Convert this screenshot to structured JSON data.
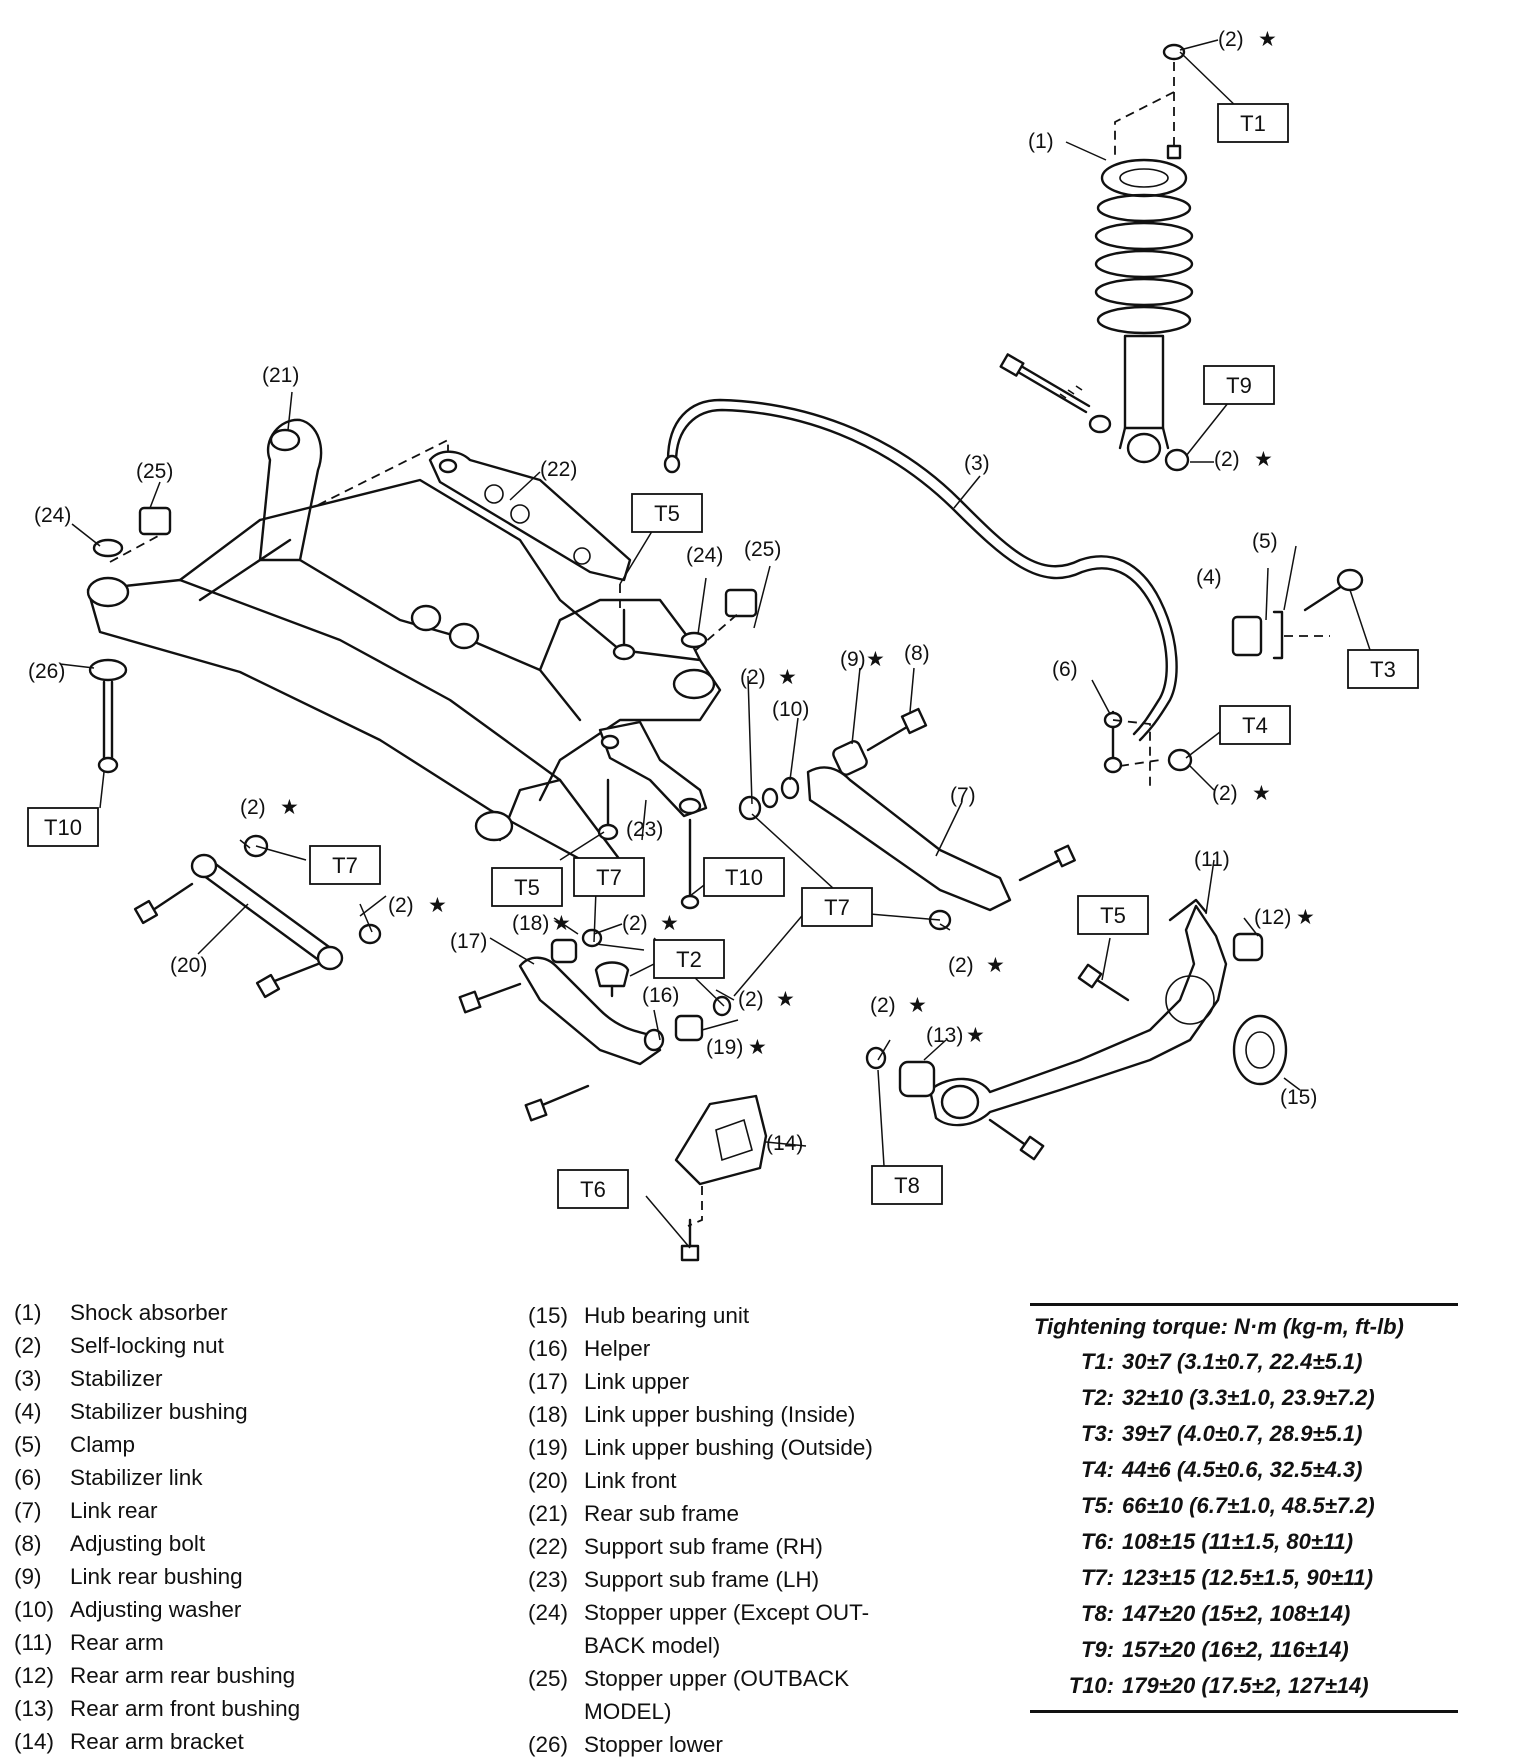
{
  "callouts": {
    "c1": "(1)",
    "c2": "(2)",
    "c3": "(3)",
    "c4": "(4)",
    "c5": "(5)",
    "c6": "(6)",
    "c7": "(7)",
    "c8": "(8)",
    "c9": "(9)",
    "c10": "(10)",
    "c11": "(11)",
    "c12": "(12)",
    "c13": "(13)",
    "c14": "(14)",
    "c15": "(15)",
    "c16": "(16)",
    "c17": "(17)",
    "c18": "(18)",
    "c19": "(19)",
    "c20": "(20)",
    "c21": "(21)",
    "c22": "(22)",
    "c23": "(23)",
    "c24": "(24)",
    "c25": "(25)",
    "c26": "(26)"
  },
  "star": "★",
  "torque_tags": {
    "T1": "T1",
    "T2": "T2",
    "T3": "T3",
    "T4": "T4",
    "T5": "T5",
    "T6": "T6",
    "T7": "T7",
    "T8": "T8",
    "T9": "T9",
    "T10": "T10"
  },
  "legend_left": [
    {
      "num": "(1)",
      "desc": "Shock absorber"
    },
    {
      "num": "(2)",
      "desc": "Self-locking nut"
    },
    {
      "num": "(3)",
      "desc": "Stabilizer"
    },
    {
      "num": "(4)",
      "desc": "Stabilizer bushing"
    },
    {
      "num": "(5)",
      "desc": "Clamp"
    },
    {
      "num": "(6)",
      "desc": "Stabilizer link"
    },
    {
      "num": "(7)",
      "desc": "Link rear"
    },
    {
      "num": "(8)",
      "desc": "Adjusting bolt"
    },
    {
      "num": "(9)",
      "desc": "Link rear bushing"
    },
    {
      "num": "(10)",
      "desc": "Adjusting washer"
    },
    {
      "num": "(11)",
      "desc": "Rear arm"
    },
    {
      "num": "(12)",
      "desc": "Rear arm rear bushing"
    },
    {
      "num": "(13)",
      "desc": "Rear arm front bushing"
    },
    {
      "num": "(14)",
      "desc": "Rear arm bracket"
    }
  ],
  "legend_mid": [
    {
      "num": "(15)",
      "desc": "Hub bearing unit"
    },
    {
      "num": "(16)",
      "desc": "Helper"
    },
    {
      "num": "(17)",
      "desc": "Link upper"
    },
    {
      "num": "(18)",
      "desc": "Link upper bushing (Inside)"
    },
    {
      "num": "(19)",
      "desc": "Link upper bushing (Outside)"
    },
    {
      "num": "(20)",
      "desc": "Link front"
    },
    {
      "num": "(21)",
      "desc": "Rear sub frame"
    },
    {
      "num": "(22)",
      "desc": "Support sub frame (RH)"
    },
    {
      "num": "(23)",
      "desc": "Support sub frame (LH)"
    },
    {
      "num": "(24)",
      "desc": "Stopper upper (Except OUT-\nBACK model)"
    },
    {
      "num": "(25)",
      "desc": "Stopper upper (OUTBACK\nMODEL)"
    },
    {
      "num": "(26)",
      "desc": "Stopper lower"
    }
  ],
  "torque_table": {
    "title": "Tightening torque: N·m (kg-m, ft-lb)",
    "rows": [
      {
        "tag": "T1:",
        "value": "30±7 (3.1±0.7, 22.4±5.1)"
      },
      {
        "tag": "T2:",
        "value": "32±10 (3.3±1.0, 23.9±7.2)"
      },
      {
        "tag": "T3:",
        "value": "39±7 (4.0±0.7, 28.9±5.1)"
      },
      {
        "tag": "T4:",
        "value": "44±6 (4.5±0.6, 32.5±4.3)"
      },
      {
        "tag": "T5:",
        "value": "66±10 (6.7±1.0, 48.5±7.2)"
      },
      {
        "tag": "T6:",
        "value": "108±15 (11±1.5, 80±11)"
      },
      {
        "tag": "T7:",
        "value": "123±15 (12.5±1.5, 90±11)"
      },
      {
        "tag": "T8:",
        "value": "147±20 (15±2, 108±14)"
      },
      {
        "tag": "T9:",
        "value": "157±20 (16±2, 116±14)"
      },
      {
        "tag": "T10:",
        "value": "179±20 (17.5±2, 127±14)"
      }
    ]
  }
}
